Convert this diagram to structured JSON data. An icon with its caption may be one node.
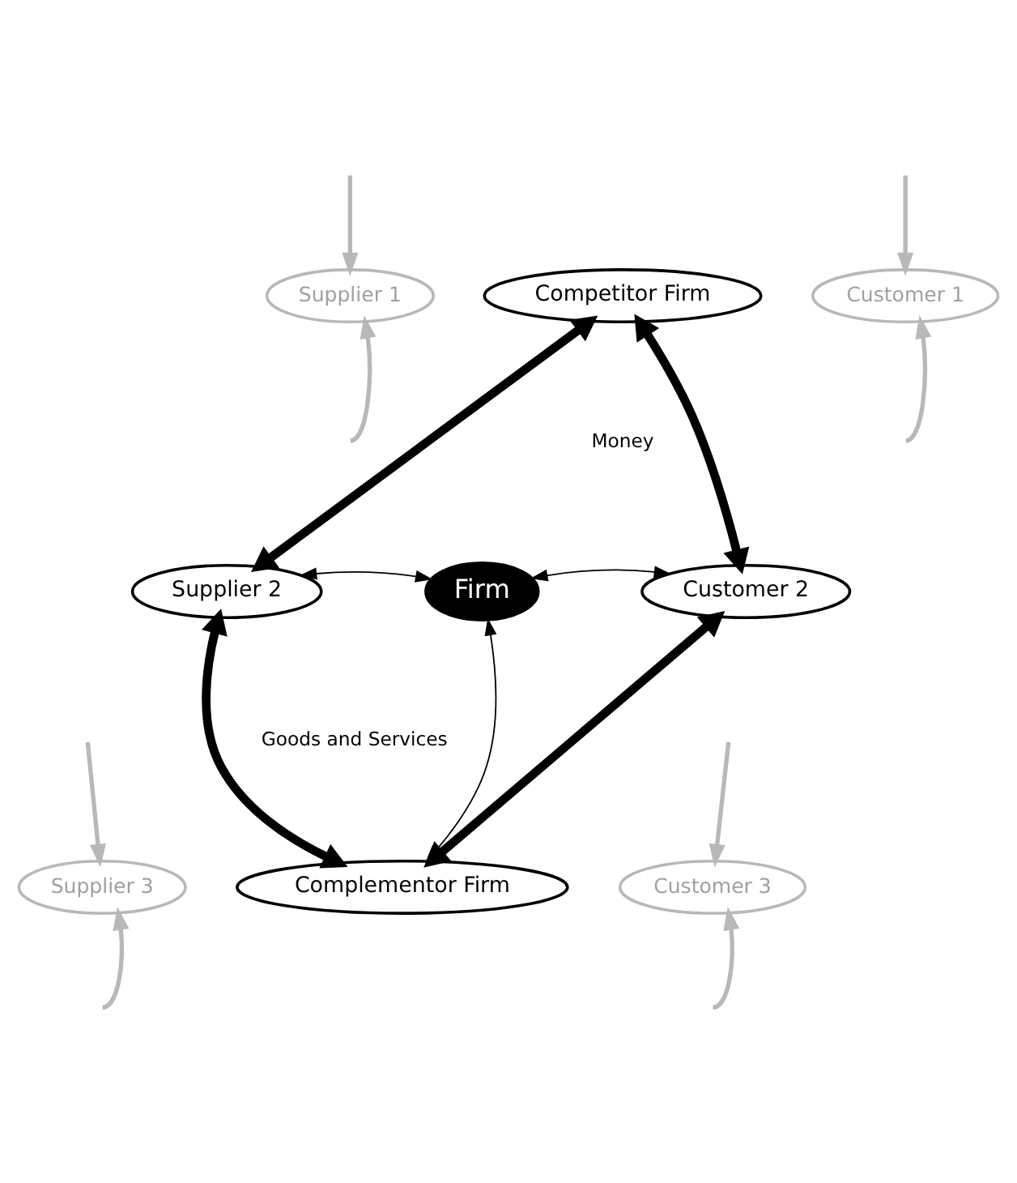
{
  "diagram": {
    "nodes": [
      {
        "text": [
          "Supplier 1"
        ]
      },
      {
        "text": [
          "Competitor Firm"
        ]
      },
      {
        "text": [
          "Customer 1"
        ]
      },
      {
        "text": [
          "Supplier 2"
        ]
      },
      {
        "text": [
          "Firm"
        ]
      },
      {
        "text": [
          "Customer 2"
        ]
      },
      {
        "text": [
          "Supplier 3"
        ]
      },
      {
        "text": [
          "Complementor Firm"
        ]
      },
      {
        "text": [
          "Customer 3"
        ]
      }
    ],
    "edges": [
      {
        "from": null,
        "to": 0,
        "arrow": "to"
      },
      {
        "from": null,
        "to": 2,
        "arrow": "to"
      },
      {
        "from": 1,
        "to": 3,
        "arrow": "both",
        "style": "thick",
        "color": "#000000"
      },
      {
        "from": 1,
        "to": 5,
        "arrow": "both",
        "style": "thick",
        "color": "#000000"
      },
      {
        "from": null,
        "to": 0,
        "arrow": "to"
      },
      {
        "from": null,
        "to": 2,
        "arrow": "to"
      },
      {
        "from": 3,
        "to": 4,
        "arrow": "both",
        "color": "#000000"
      },
      {
        "from": 4,
        "to": 5,
        "arrow": "both",
        "color": "#000000"
      },
      {
        "from": 4,
        "to": 7,
        "arrow": "both",
        "color": "#000000"
      },
      {
        "from": 3,
        "to": 7,
        "arrow": "both",
        "style": "thick",
        "color": "#000000"
      },
      {
        "from": 5,
        "to": 7,
        "arrow": "both",
        "style": "thick",
        "color": "#000000"
      },
      {
        "from": null,
        "to": 6,
        "arrow": "to"
      },
      {
        "from": null,
        "to": 8,
        "arrow": "to"
      },
      {
        "from": null,
        "to": 6,
        "arrow": "to"
      },
      {
        "from": null,
        "to": 8,
        "arrow": "to"
      }
    ],
    "labels": [
      "Money",
      "Goods and Services"
    ]
  }
}
